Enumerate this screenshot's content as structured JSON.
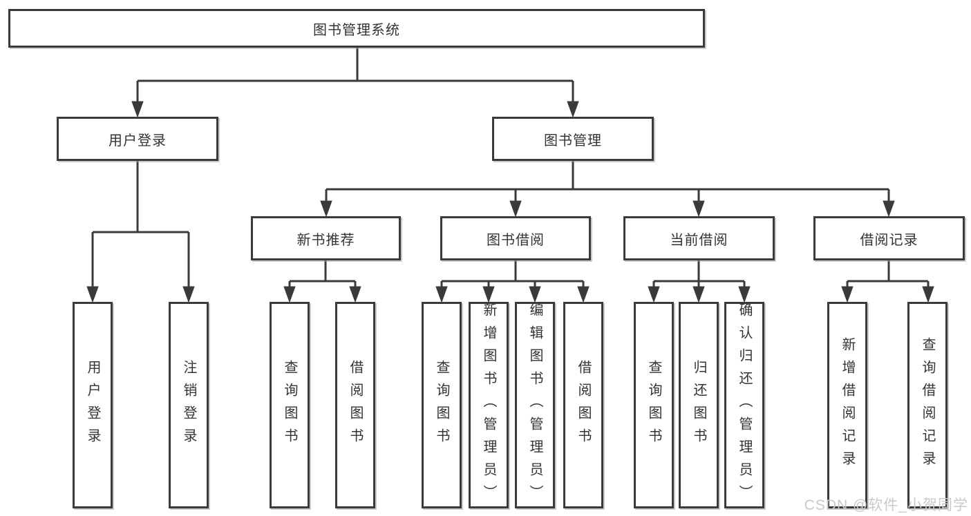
{
  "colors": {
    "line": "#3a3a3a",
    "box_border": "#3a3a3a",
    "box_fill": "#ffffff",
    "text": "#333333",
    "watermark": "#c9c9c9"
  },
  "tree": {
    "root": {
      "label": "图书管理系统",
      "children": [
        {
          "label": "用户登录",
          "children": [
            {
              "label": "用户登录"
            },
            {
              "label": "注销登录"
            }
          ]
        },
        {
          "label": "图书管理",
          "children": [
            {
              "label": "新书推荐",
              "children": [
                {
                  "label": "查询图书"
                },
                {
                  "label": "借阅图书"
                }
              ]
            },
            {
              "label": "图书借阅",
              "children": [
                {
                  "label": "查询图书"
                },
                {
                  "label": "新增图书（管理员）"
                },
                {
                  "label": "编辑图书（管理员）"
                },
                {
                  "label": "借阅图书"
                }
              ]
            },
            {
              "label": "当前借阅",
              "children": [
                {
                  "label": "查询图书"
                },
                {
                  "label": "归还图书"
                },
                {
                  "label": "确认归还（管理员）"
                }
              ]
            },
            {
              "label": "借阅记录",
              "children": [
                {
                  "label": "新增借阅记录"
                },
                {
                  "label": "查询借阅记录"
                }
              ]
            }
          ]
        }
      ]
    }
  },
  "watermark": {
    "text": "CSDN @软件_小贺同学"
  }
}
